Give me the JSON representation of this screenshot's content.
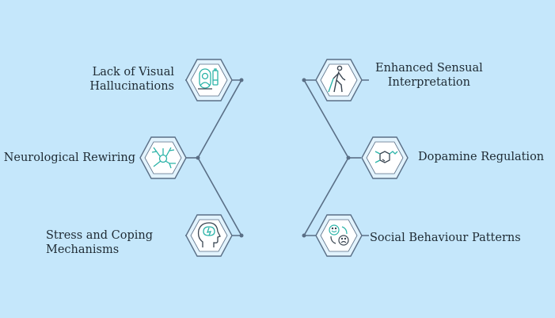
{
  "colors": {
    "background": "#c5e7fb",
    "connector": "#5a6f86",
    "hex_outer": "#5a6f86",
    "hex_fill": "#ffffff",
    "icon": "#2bb3a8",
    "icon_dark": "#3a4652"
  },
  "left_items": [
    {
      "label": "Lack of Visual\nHallucinations",
      "icon": "person-mirror-battery-icon"
    },
    {
      "label": "Neurological Rewiring",
      "icon": "neuron-icon"
    },
    {
      "label": "Stress and Coping\nMechanisms",
      "icon": "head-brain-icon"
    }
  ],
  "right_items": [
    {
      "label": "Enhanced Sensual\nInterpretation",
      "icon": "blind-person-cane-icon"
    },
    {
      "label": "Dopamine Regulation",
      "icon": "molecule-icon"
    },
    {
      "label": "Social Behaviour Patterns",
      "icon": "emotions-faces-icon"
    }
  ]
}
